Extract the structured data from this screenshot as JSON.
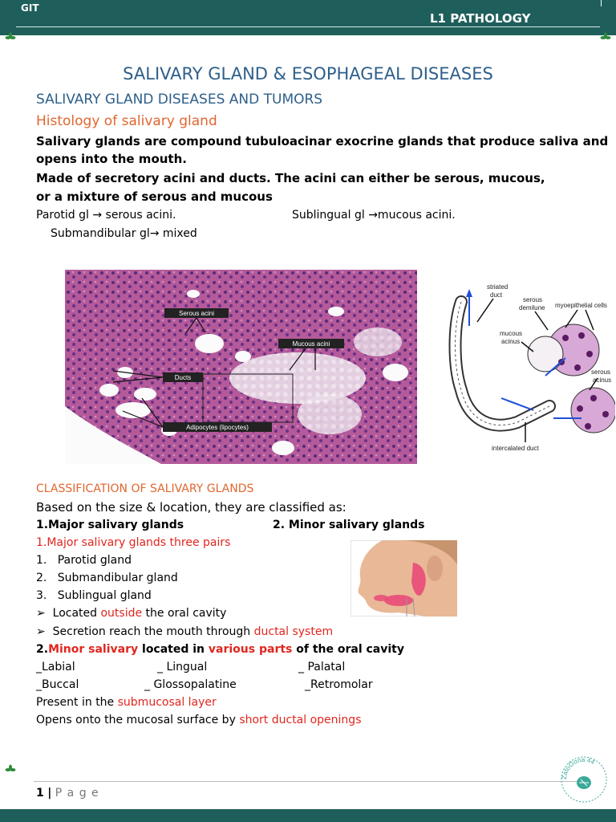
{
  "header": {
    "left": "GIT",
    "right": "L1 PATHOLOGY"
  },
  "title": "SALIVARY GLAND & ESOPHAGEAL DISEASES",
  "section": "SALIVARY GLAND DISEASES AND TUMORS",
  "subsection": "Histology of salivary gland",
  "para": {
    "l1": "Salivary glands are compound tubuloacinar exocrine glands that produce saliva and",
    "l2": "opens into the mouth.",
    "l3": "Made of secretory acini and ducts. The acini can either be serous, mucous,",
    "l4": "or a mixture of serous and mucous"
  },
  "acini": {
    "parotid": "Parotid gl → serous acini.",
    "sublingual": "Sublingual gl →mucous acini.",
    "submandibular": "Submandibular gl→ mixed"
  },
  "histo_labels": {
    "serous": "Serous acini",
    "mucous": "Mucous acini",
    "ducts": "Ducts",
    "adipocytes": "Adipocytes (lipocytes)"
  },
  "diagram_labels": {
    "striated": [
      "striated",
      "duct"
    ],
    "serous_demilune": [
      "serous",
      "demilune"
    ],
    "myoepithelial": "myoepithelial cells",
    "mucous_acinus": [
      "mucous",
      "acinus"
    ],
    "serous_acinus": [
      "serous",
      "acinus"
    ],
    "intercalated": "intercalated duct"
  },
  "classification": {
    "heading": "CLASSIFICATION OF SALIVARY GLANDS",
    "intro": "Based on the size & location, they are classified as:",
    "major_h": "1.Major salivary glands",
    "minor_h": "2. Minor salivary glands",
    "major_sub": "1.Major salivary glands three pairs",
    "items": [
      "Parotid gland",
      "Submandibular gland",
      "Sublingual gland"
    ],
    "bullet1": {
      "a": "Located ",
      "b": "outside",
      "c": " the oral cavity"
    },
    "bullet2": {
      "a": "Secretion reach the mouth through ",
      "b": "ductal system"
    },
    "minor_line": {
      "a": "2.",
      "b": "Minor salivary",
      "c": " located in ",
      "d": "various parts",
      "e": " of the oral cavity"
    },
    "minor_types": {
      "labial": "_Labial",
      "lingual": "_ Lingual",
      "palatal": "_ Palatal",
      "buccal": "_Buccal",
      "glosso": "_ Glossopalatine",
      "retro": "_Retromolar"
    },
    "present": {
      "a": "Present in the ",
      "b": "submucosal layer"
    },
    "opens": {
      "a": "Opens onto the mucosal surface by ",
      "b": "short ductal openings"
    }
  },
  "footer": {
    "page": "1",
    "sep": "|",
    "label": "P a g e"
  },
  "badge": {
    "text": "ZatoOona 44"
  },
  "colors": {
    "header": "#1f5f5b",
    "heading_blue": "#2d5f8a",
    "heading_orange": "#e0662f",
    "accent_red": "#e0261f"
  }
}
